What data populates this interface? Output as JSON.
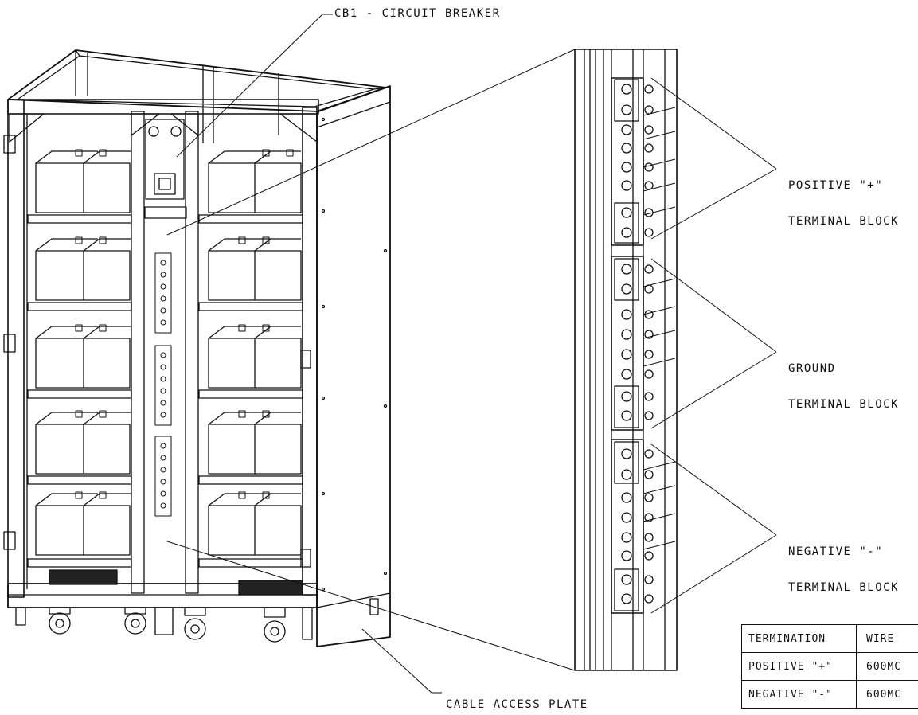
{
  "labels": {
    "breaker": "CB1 - CIRCUIT BREAKER",
    "positive_line1": "POSITIVE \"+\"",
    "positive_line2": "TERMINAL BLOCK",
    "ground_line1": "GROUND",
    "ground_line2": "TERMINAL BLOCK",
    "negative_line1": "NEGATIVE \"-\"",
    "negative_line2": "TERMINAL BLOCK",
    "cable_plate": "CABLE ACCESS PLATE"
  },
  "table": {
    "headers": [
      "TERMINATION",
      "WIRE"
    ],
    "rows": [
      {
        "termination": "POSITIVE \"+\"",
        "wire": "600MC"
      },
      {
        "termination": "NEGATIVE \"-\"",
        "wire": "600MC"
      }
    ]
  }
}
